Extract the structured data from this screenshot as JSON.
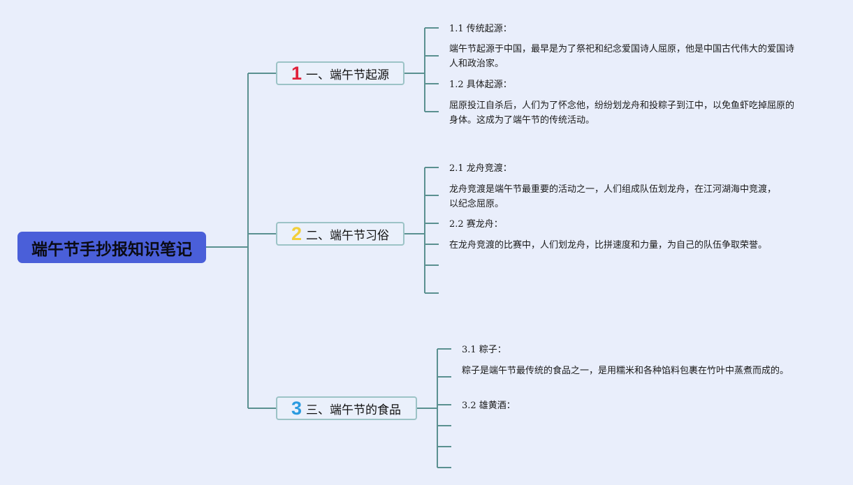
{
  "root": {
    "label": "端午节手抄报知识笔记"
  },
  "colors": {
    "root_bg": "#4a5fd9",
    "line": "#5a9090",
    "num1": "#e0213b",
    "num2": "#f2cf3a",
    "num3": "#2a9be0"
  },
  "branches": [
    {
      "num": "1",
      "label": "一、端午节起源",
      "leaves": [
        "1.1 传统起源：",
        "端午节起源于中国，最早是为了祭祀和纪念爱国诗人屈原，他是中国古代伟大的爱国诗人和政治家。",
        "1.2 具体起源：",
        "屈原投江自杀后，人们为了怀念他，纷纷划龙舟和投粽子到江中，以免鱼虾吃掉屈原的身体。这成为了端午节的传统活动。"
      ]
    },
    {
      "num": "2",
      "label": "二、端午节习俗",
      "leaves": [
        "2.1 龙舟竞渡：",
        "龙舟竞渡是端午节最重要的活动之一，人们组成队伍划龙舟，在江河湖海中竞渡，以纪念屈原。",
        "2.2 赛龙舟：",
        "在龙舟竞渡的比赛中，人们划龙舟，比拼速度和力量，为自己的队伍争取荣誉。"
      ]
    },
    {
      "num": "3",
      "label": "三、端午节的食品",
      "leaves": [
        "3.1 粽子：",
        "粽子是端午节最传统的食品之一，是用糯米和各种馅料包裹在竹叶中蒸煮而成的。",
        "3.2 雄黄酒："
      ]
    }
  ]
}
